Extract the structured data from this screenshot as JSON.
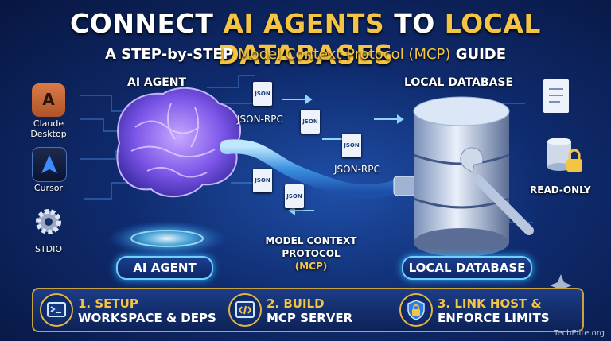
{
  "title": {
    "part1": "CONNECT ",
    "part2": "AI AGENTS",
    "part3": " TO ",
    "part4": "LOCAL DATABASES"
  },
  "subtitle": {
    "part1": "A STEP-by-STEP ",
    "part2": "Model Context Protocol (MCP)",
    "part3": " GUIDE"
  },
  "hosts": [
    {
      "label": "Claude Desktop",
      "icon": "claude-icon"
    },
    {
      "label": "Cursor",
      "icon": "cursor-icon"
    },
    {
      "label": "STDIO",
      "icon": "gear-icon"
    }
  ],
  "labels": {
    "ai_agent_top": "AI AGENT",
    "local_db_top": "LOCAL DATABASE",
    "json_rpc_1": "JSON-RPC",
    "json_rpc_2": "JSON-RPC",
    "mcp_line1": "MODEL CONTEXT",
    "mcp_line2": "PROTOCOL",
    "mcp_line3": "(MCP)",
    "ai_agent_pill": "AI AGENT",
    "local_db_pill": "LOCAL DATABASE",
    "read_only": "READ-ONLY",
    "doc_text": "JSON"
  },
  "steps": [
    {
      "line1": "1. SETUP",
      "line2": "WORKSPACE & DEPS",
      "icon": "terminal-icon"
    },
    {
      "line1": "2. BUILD",
      "line2": "MCP SERVER",
      "icon": "code-icon"
    },
    {
      "line1": "3. LINK HOST &",
      "line2": "ENFORCE LIMITS",
      "icon": "shield-lock-icon"
    }
  ],
  "footer": "TechElite.org",
  "colors": {
    "accent": "#f4c542",
    "glow": "#6fd0ff",
    "background": "#0f2b6e"
  }
}
